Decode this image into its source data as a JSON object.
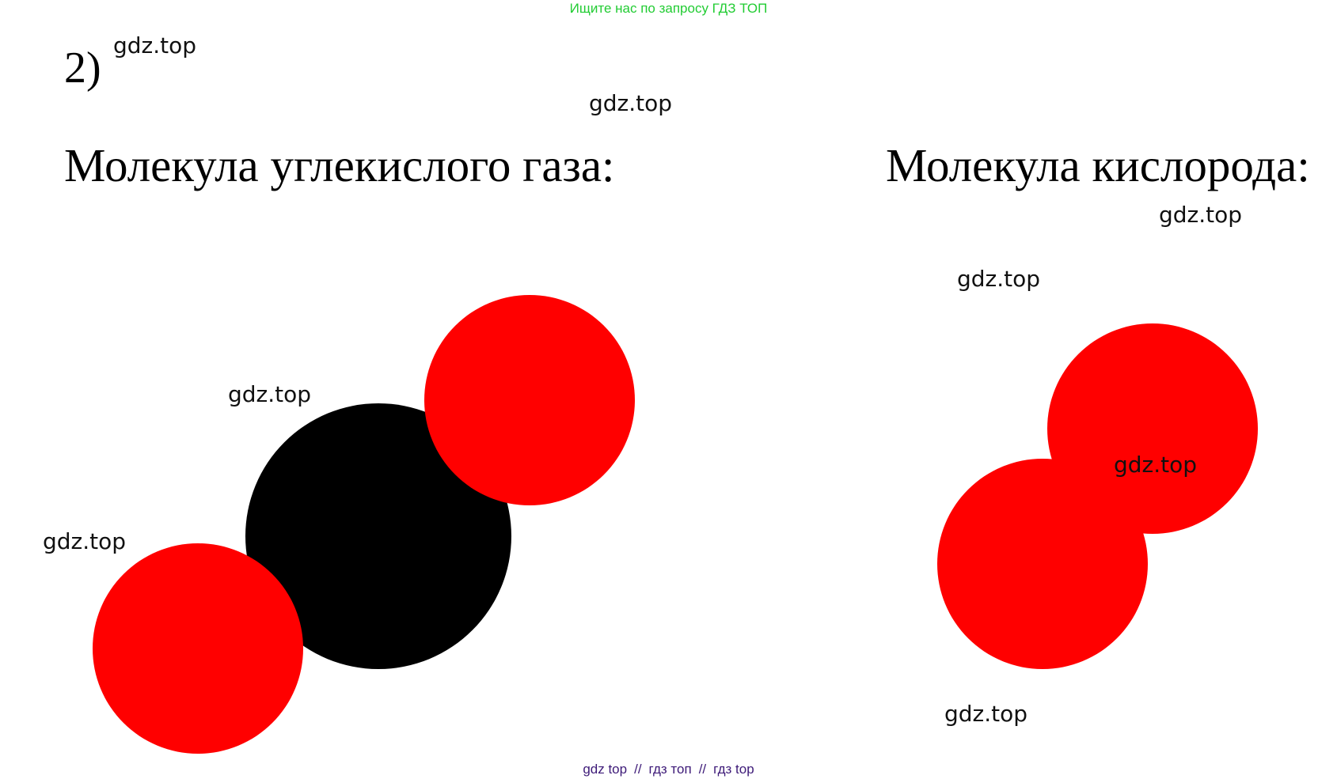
{
  "top_banner": "Ищите нас по запросу ГДЗ ТОП",
  "task_number": "2)",
  "co2": {
    "heading": "Молекула углекислого газа:",
    "atoms": [
      {
        "element": "O",
        "color": "#ff0000"
      },
      {
        "element": "C",
        "color": "#000000"
      },
      {
        "element": "O",
        "color": "#ff0000"
      }
    ]
  },
  "o2": {
    "heading": "Молекула кислорода:",
    "atoms": [
      {
        "element": "O",
        "color": "#ff0000"
      },
      {
        "element": "O",
        "color": "#ff0000"
      }
    ]
  },
  "watermarks": [
    "gdz.top",
    "gdz.top",
    "gdz.top",
    "gdz.top",
    "gdz.top",
    "gdz.top",
    "gdz.top",
    "gdz.top"
  ],
  "footer": {
    "link1": "gdz top",
    "separator": "//",
    "link2": "гдз топ",
    "link3": "гдз top"
  }
}
